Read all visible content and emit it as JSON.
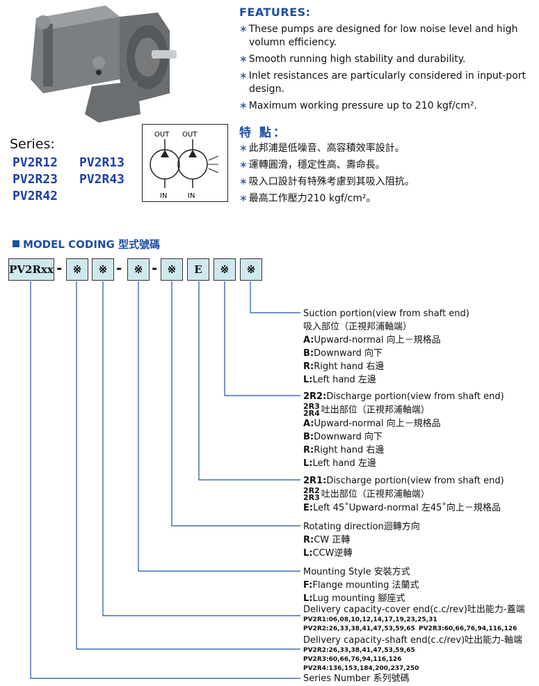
{
  "features": {
    "title": "FEATURES:",
    "items": [
      {
        "line1": "These pumps are designed for low noise level and high",
        "line2": "volumn efficiency."
      },
      {
        "line1": "Smooth running high stability and durability.",
        "line2": ""
      },
      {
        "line1": "Inlet resistances are particularly considered in input-port",
        "line2": "design."
      },
      {
        "line1": "Maximum working pressure up to 210 kgf/cm².",
        "line2": ""
      }
    ],
    "star": "∗"
  },
  "features_cn": {
    "title": "特 點：",
    "items": [
      "此邦浦是低噪音、高容積效率設計。",
      "運轉圓滑，穩定性高、壽命長。",
      "吸入口設計有特殊考慮到其吸入阻抗。",
      "最高工作壓力210 kgf/cm²。"
    ]
  },
  "series": {
    "label": "Series:",
    "names": [
      "PV2R12",
      "PV2R13",
      "PV2R23",
      "PV2R43",
      "PV2R42"
    ]
  },
  "symbol": {
    "out1": "OUT",
    "out2": "OUT",
    "in1": "IN",
    "in2": "IN"
  },
  "model_coding": {
    "title": "MODEL CODING 型式號碼",
    "boxes": [
      "PV2Rxx",
      "※",
      "※",
      "※",
      "※",
      "E",
      "※",
      "※"
    ],
    "dash": "-"
  },
  "suction": {
    "title": "Suction portion(view from shaft end)",
    "title_cn": "吸入部位（正視邦浦軸端）",
    "options": [
      {
        "code": "A:",
        "text": "Upward-normal 向上－規格品"
      },
      {
        "code": "B:",
        "text": "Downward 向下"
      },
      {
        "code": "R:",
        "text": "Right hand 右邊"
      },
      {
        "code": "L:",
        "text": "Left hand 左邊"
      }
    ]
  },
  "discharge_cover": {
    "codes": [
      "2R2:",
      "2R3",
      "2R4"
    ],
    "title": "Discharge portion(view from shaft end)",
    "title_cn": "吐出部位（正視邦浦軸端）",
    "options": [
      {
        "code": "A:",
        "text": "Upward-normal 向上－規格品"
      },
      {
        "code": "B:",
        "text": "Downward 向下"
      },
      {
        "code": "R:",
        "text": "Right hand 右邊"
      },
      {
        "code": "L:",
        "text": "Left hand 左邊"
      }
    ]
  },
  "discharge_shaft": {
    "codes": [
      "2R1:",
      "2R2",
      "2R3"
    ],
    "title": "Discharge portion(view from shaft end)",
    "title_cn": "吐出部位（正視邦浦軸端）",
    "option": {
      "code": "E:",
      "text": "Left 45˚Upward-normal 左45˚向上－規格品"
    }
  },
  "rotation": {
    "title": "Rotating direction迴轉方向",
    "options": [
      {
        "code": "R:",
        "text": "CW 正轉"
      },
      {
        "code": "L:",
        "text": "CCW逆轉"
      }
    ]
  },
  "mounting": {
    "title": "Mounting Style 安裝方式",
    "options": [
      {
        "code": "F:",
        "text": "Flange mounting 法蘭式"
      },
      {
        "code": "L:",
        "text": "Lug mounting 腳座式"
      }
    ]
  },
  "delivery_cover": {
    "title": "Delivery capacity-cover end(c.c/rev)吐出能力-蓋端",
    "rows": [
      "PV2R1:06,08,10,12,14,17,19,23,25,31",
      "PV2R2:26,33,38,41,47,53,59,65",
      "PV2R3:60,66,76,94,116,126"
    ]
  },
  "delivery_shaft": {
    "title": "Delivery capacity-shaft end(c.c/rev)吐出能力-軸端",
    "rows": [
      "PV2R2:26,33,38,41,47,53,59,65",
      "PV2R3:60,66,76,94,116,126",
      "PV2R4:136,153,184,200,237,250"
    ]
  },
  "series_number": {
    "title": "Series Number 系列號碼"
  },
  "colors": {
    "accent": "#1d4fa3",
    "box_fill": "#cfe8ee",
    "line": "#1d4fa3",
    "pump": "#6a6e70"
  }
}
